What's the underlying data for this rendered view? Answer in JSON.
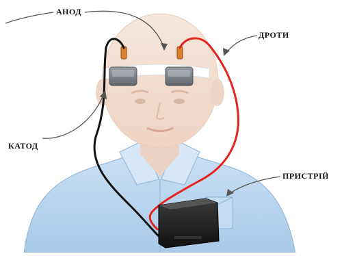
{
  "labels": {
    "anode": "АНОД",
    "wires": "ДРОТИ",
    "cathode": "КАТОД",
    "device": "ПРИСТРІЙ"
  },
  "colors": {
    "background": "#ffffff",
    "shirt": "#b9d6ef",
    "skin": "#f3ddd0",
    "wire_positive": "#e3231c",
    "wire_negative": "#111111",
    "electrode": "#7a7f85",
    "connector": "#d9822b",
    "headband": "#ffffff"
  }
}
